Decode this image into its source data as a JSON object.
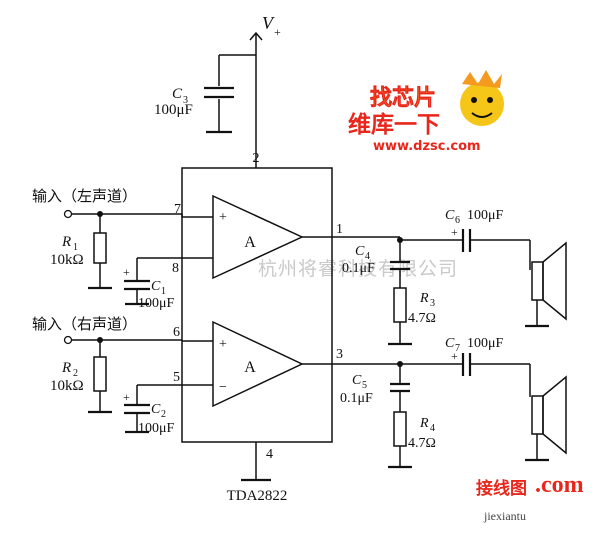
{
  "supply": {
    "v": "V",
    "sub": "+"
  },
  "chip": {
    "name": "TDA2822",
    "amp_label": "A"
  },
  "pins": {
    "p1": "1",
    "p2": "2",
    "p3": "3",
    "p4": "4",
    "p5": "5",
    "p6": "6",
    "p7": "7",
    "p8": "8"
  },
  "inputs": {
    "left": "输入（左声道）",
    "right": "输入（右声道）"
  },
  "signs": {
    "plus": "+",
    "minus": "−"
  },
  "components": {
    "C3": {
      "letter": "C",
      "sub": "3",
      "value": "100μF"
    },
    "C1": {
      "letter": "C",
      "sub": "1",
      "value": "100μF"
    },
    "C2": {
      "letter": "C",
      "sub": "2",
      "value": "100μF"
    },
    "C4": {
      "letter": "C",
      "sub": "4",
      "value": "0.1μF"
    },
    "C5": {
      "letter": "C",
      "sub": "5",
      "value": "0.1μF"
    },
    "C6": {
      "letter": "C",
      "sub": "6",
      "value": "100μF"
    },
    "C7": {
      "letter": "C",
      "sub": "7",
      "value": "100μF"
    },
    "R1": {
      "letter": "R",
      "sub": "1",
      "value": "10kΩ"
    },
    "R2": {
      "letter": "R",
      "sub": "2",
      "value": "10kΩ"
    },
    "R3": {
      "letter": "R",
      "sub": "3",
      "value": "4.7Ω"
    },
    "R4": {
      "letter": "R",
      "sub": "4",
      "value": "4.7Ω"
    }
  },
  "watermarks": {
    "top_logo_1": "找芯片",
    "top_logo_2": "维库一下",
    "top_url": "www.dzsc.com",
    "center": "杭州将睿科技有限公司",
    "bottom_logo": "接线图",
    "bottom_url": "jiexiantu",
    "bottom_com": ".com"
  },
  "colors": {
    "logo_red": "#e8261b",
    "logo_orange": "#f39a1f",
    "logo_yellow": "#f5c518",
    "watermark_gray": "#c9c9c9"
  }
}
